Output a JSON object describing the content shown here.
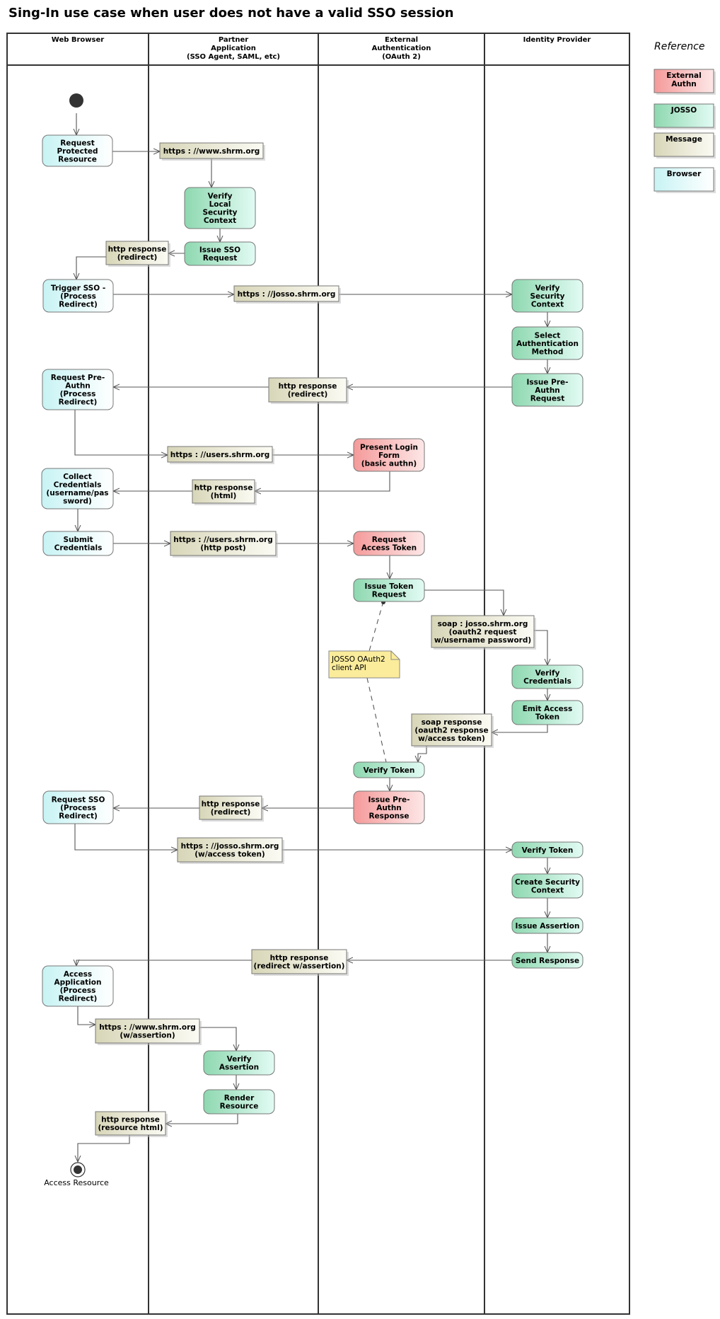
{
  "title": "Sing-In use case when user does not have a valid SSO session",
  "colors": {
    "external": "#f59a9a",
    "josso": "#8ed8b0",
    "message": "#d8d6b8",
    "browser": "#c8f3f4",
    "note": "#fbec9b",
    "line": "#555555"
  },
  "lanes": [
    {
      "id": "browser",
      "lines": [
        "Web Browser"
      ]
    },
    {
      "id": "partner",
      "lines": [
        "Partner",
        "Application",
        "(SSO Agent, SAML, etc)"
      ]
    },
    {
      "id": "external",
      "lines": [
        "External",
        "Authentication",
        "(OAuth 2)"
      ]
    },
    {
      "id": "idp",
      "lines": [
        "Identity Provider"
      ]
    }
  ],
  "legend": {
    "title": "Reference",
    "items": [
      {
        "type": "external",
        "lines": [
          "External",
          "Authn"
        ]
      },
      {
        "type": "josso",
        "lines": [
          "JOSSO"
        ]
      },
      {
        "type": "message",
        "lines": [
          "Message"
        ]
      },
      {
        "type": "browser",
        "lines": [
          "Browser"
        ]
      }
    ]
  },
  "nodes": [
    {
      "id": "n1",
      "type": "browser",
      "lines": [
        "Request",
        "Protected",
        "Resource"
      ]
    },
    {
      "id": "m1",
      "type": "message",
      "lines": [
        "https : //www.shrm.org"
      ]
    },
    {
      "id": "n2",
      "type": "josso",
      "lines": [
        "Verify",
        "Local",
        "Security",
        "Context"
      ]
    },
    {
      "id": "n3",
      "type": "josso",
      "lines": [
        "Issue SSO",
        "Request"
      ]
    },
    {
      "id": "m2",
      "type": "message",
      "lines": [
        "http response",
        "(redirect)"
      ]
    },
    {
      "id": "n4",
      "type": "browser",
      "lines": [
        "Trigger SSO -",
        "(Process",
        "Redirect)"
      ]
    },
    {
      "id": "m3",
      "type": "message",
      "lines": [
        "https : //josso.shrm.org"
      ]
    },
    {
      "id": "n5",
      "type": "josso",
      "lines": [
        "Verify",
        "Security",
        "Context"
      ]
    },
    {
      "id": "n6",
      "type": "josso",
      "lines": [
        "Select",
        "Authentication",
        "Method"
      ]
    },
    {
      "id": "n7",
      "type": "josso",
      "lines": [
        "Issue Pre-",
        "Authn",
        "Request"
      ]
    },
    {
      "id": "m4",
      "type": "message",
      "lines": [
        "http response",
        "(redirect)"
      ]
    },
    {
      "id": "n8",
      "type": "browser",
      "lines": [
        "Request Pre-",
        "Authn",
        "(Process",
        "Redirect)"
      ]
    },
    {
      "id": "m5",
      "type": "message",
      "lines": [
        "https : //users.shrm.org"
      ]
    },
    {
      "id": "n9",
      "type": "external",
      "lines": [
        "Present Login",
        "Form",
        "(basic authn)"
      ]
    },
    {
      "id": "m6",
      "type": "message",
      "lines": [
        "http response",
        "(html)"
      ]
    },
    {
      "id": "n10",
      "type": "browser",
      "lines": [
        "Collect",
        "Credentials",
        "(username/pas",
        "sword)"
      ]
    },
    {
      "id": "n11",
      "type": "browser",
      "lines": [
        "Submit",
        "Credentials"
      ]
    },
    {
      "id": "m7",
      "type": "message",
      "lines": [
        "https : //users.shrm.org",
        "(http post)"
      ]
    },
    {
      "id": "n12",
      "type": "external",
      "lines": [
        "Request",
        "Access Token"
      ]
    },
    {
      "id": "n13",
      "type": "josso",
      "lines": [
        "Issue Token",
        "Request"
      ]
    },
    {
      "id": "m8",
      "type": "message",
      "lines": [
        "soap : josso.shrm.org",
        "(oauth2 request",
        "w/username password)"
      ]
    },
    {
      "id": "n14",
      "type": "josso",
      "lines": [
        "Verify",
        "Credentials"
      ]
    },
    {
      "id": "n15",
      "type": "josso",
      "lines": [
        "Emit Access",
        "Token"
      ]
    },
    {
      "id": "m9",
      "type": "message",
      "lines": [
        "soap response",
        "(oauth2 response",
        "w/access token)"
      ]
    },
    {
      "id": "n16",
      "type": "josso",
      "lines": [
        "Verify Token"
      ]
    },
    {
      "id": "n17",
      "type": "external",
      "lines": [
        "Issue Pre-",
        "Authn",
        "Response"
      ]
    },
    {
      "id": "m10",
      "type": "message",
      "lines": [
        "http response",
        "(redirect)"
      ]
    },
    {
      "id": "n18",
      "type": "browser",
      "lines": [
        "Request SSO",
        "(Process",
        "Redirect)"
      ]
    },
    {
      "id": "m11",
      "type": "message",
      "lines": [
        "https : //josso.shrm.org",
        "(w/access token)"
      ]
    },
    {
      "id": "n19",
      "type": "josso",
      "lines": [
        "Verify Token"
      ]
    },
    {
      "id": "n20",
      "type": "josso",
      "lines": [
        "Create Security",
        "Context"
      ]
    },
    {
      "id": "n21",
      "type": "josso",
      "lines": [
        "Issue Assertion"
      ]
    },
    {
      "id": "n22",
      "type": "josso",
      "lines": [
        "Send Response"
      ]
    },
    {
      "id": "m12",
      "type": "message",
      "lines": [
        "http response",
        "(redirect w/assertion)"
      ]
    },
    {
      "id": "n23",
      "type": "browser",
      "lines": [
        "Access",
        "Application",
        "(Process",
        "Redirect)"
      ]
    },
    {
      "id": "m13",
      "type": "message",
      "lines": [
        "https : //www.shrm.org",
        "(w/assertion)"
      ]
    },
    {
      "id": "n24",
      "type": "josso",
      "lines": [
        "Verify",
        "Assertion"
      ]
    },
    {
      "id": "n25",
      "type": "josso",
      "lines": [
        "Render",
        "Resource"
      ]
    },
    {
      "id": "m14",
      "type": "message",
      "lines": [
        "http response",
        "(resource html)"
      ]
    }
  ],
  "note": {
    "lines": [
      "JOSSO OAuth2",
      "client API"
    ]
  },
  "final": {
    "label": "Access Resource"
  }
}
